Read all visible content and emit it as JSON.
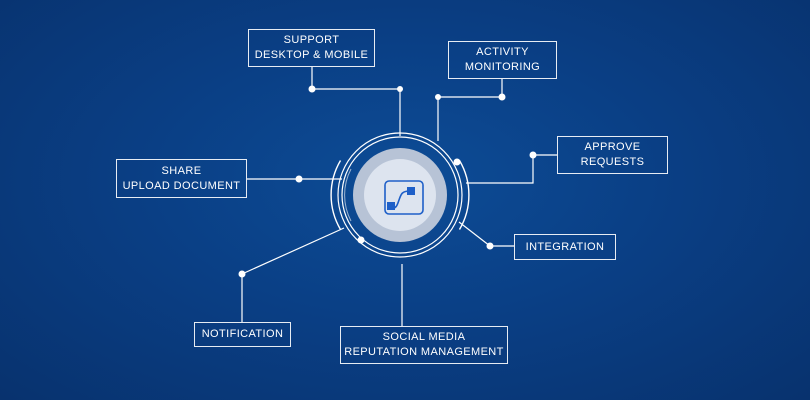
{
  "colors": {
    "background": "#0a3f85",
    "line": "#ffffff",
    "hub_outer": "#b7c3d6",
    "hub_inner": "#dde4ef",
    "icon_accent": "#1e5fc8"
  },
  "hub": {
    "icon": "flow-automation-icon"
  },
  "boxes": {
    "support": {
      "line1": "SUPPORT",
      "line2": "DESKTOP & MOBILE"
    },
    "activity": {
      "line1": "ACTIVITY",
      "line2": "MONITORING"
    },
    "approve": {
      "line1": "APPROVE",
      "line2": "REQUESTS"
    },
    "share": {
      "line1": "SHARE",
      "line2": "UPLOAD DOCUMENT"
    },
    "integration": {
      "line1": "INTEGRATION"
    },
    "notification": {
      "line1": "NOTIFICATION"
    },
    "social": {
      "line1": "SOCIAL MEDIA",
      "line2": "REPUTATION MANAGEMENT"
    }
  }
}
